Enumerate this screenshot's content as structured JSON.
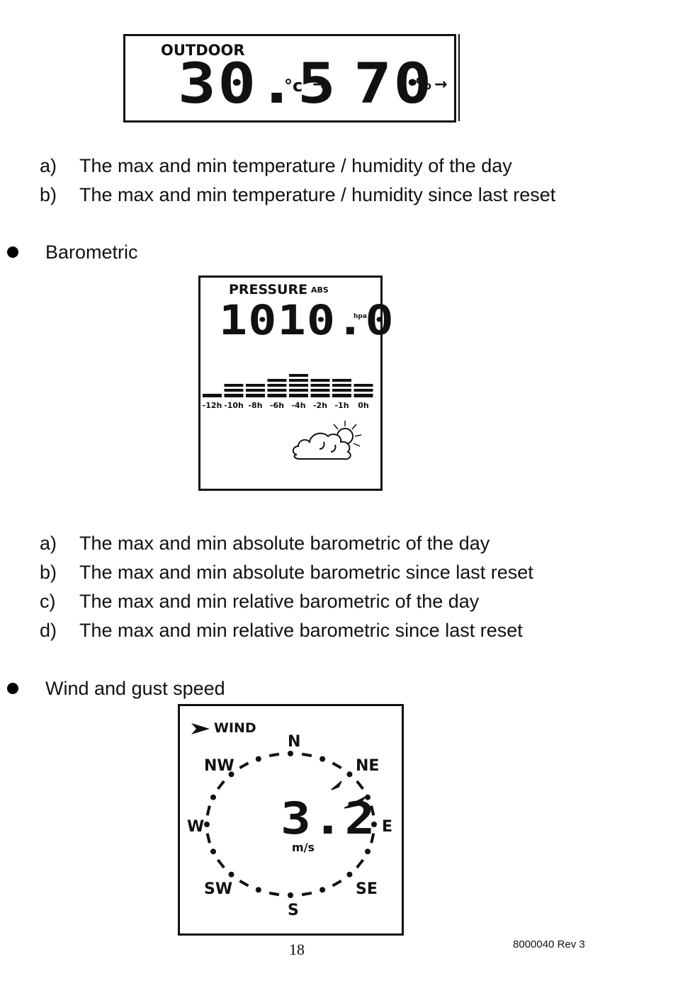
{
  "outdoor": {
    "label": "OUTDOOR",
    "temperature": "30.5",
    "temp_unit": "°c",
    "humidity": "70",
    "humidity_unit": "%"
  },
  "temp_list": [
    {
      "marker": "a)",
      "text": "The max and min temperature / humidity of the day"
    },
    {
      "marker": "b)",
      "text": "The max and min temperature / humidity since last reset"
    }
  ],
  "barometric_heading": "Barometric",
  "pressure": {
    "label": "PRESSURE",
    "mode": "ABS",
    "value": "1010.0",
    "unit": "hpa",
    "history_labels": [
      "-12h",
      "-10h",
      "-8h",
      "-6h",
      "-4h",
      "-2h",
      "-1h",
      "0h"
    ],
    "history_bar_levels": [
      1,
      3,
      3,
      4,
      5,
      4,
      4,
      3
    ],
    "forecast_icon": "partly-cloudy-icon"
  },
  "baro_list": [
    {
      "marker": "a)",
      "text": "The max and min absolute barometric of the day"
    },
    {
      "marker": "b)",
      "text": "The max and min absolute barometric since last reset"
    },
    {
      "marker": "c)",
      "text": "The max and min relative barometric of the day"
    },
    {
      "marker": "d)",
      "text": "The max and min relative barometric since last reset"
    }
  ],
  "wind_heading": "Wind and gust speed",
  "wind": {
    "label": "WIND",
    "value": "3.2",
    "unit": "m/s",
    "directions": {
      "n": "N",
      "ne": "NE",
      "e": "E",
      "se": "SE",
      "s": "S",
      "sw": "SW",
      "w": "W",
      "nw": "NW"
    }
  },
  "footer": {
    "page_number": "18",
    "doc_id": "8000040 Rev 3"
  }
}
